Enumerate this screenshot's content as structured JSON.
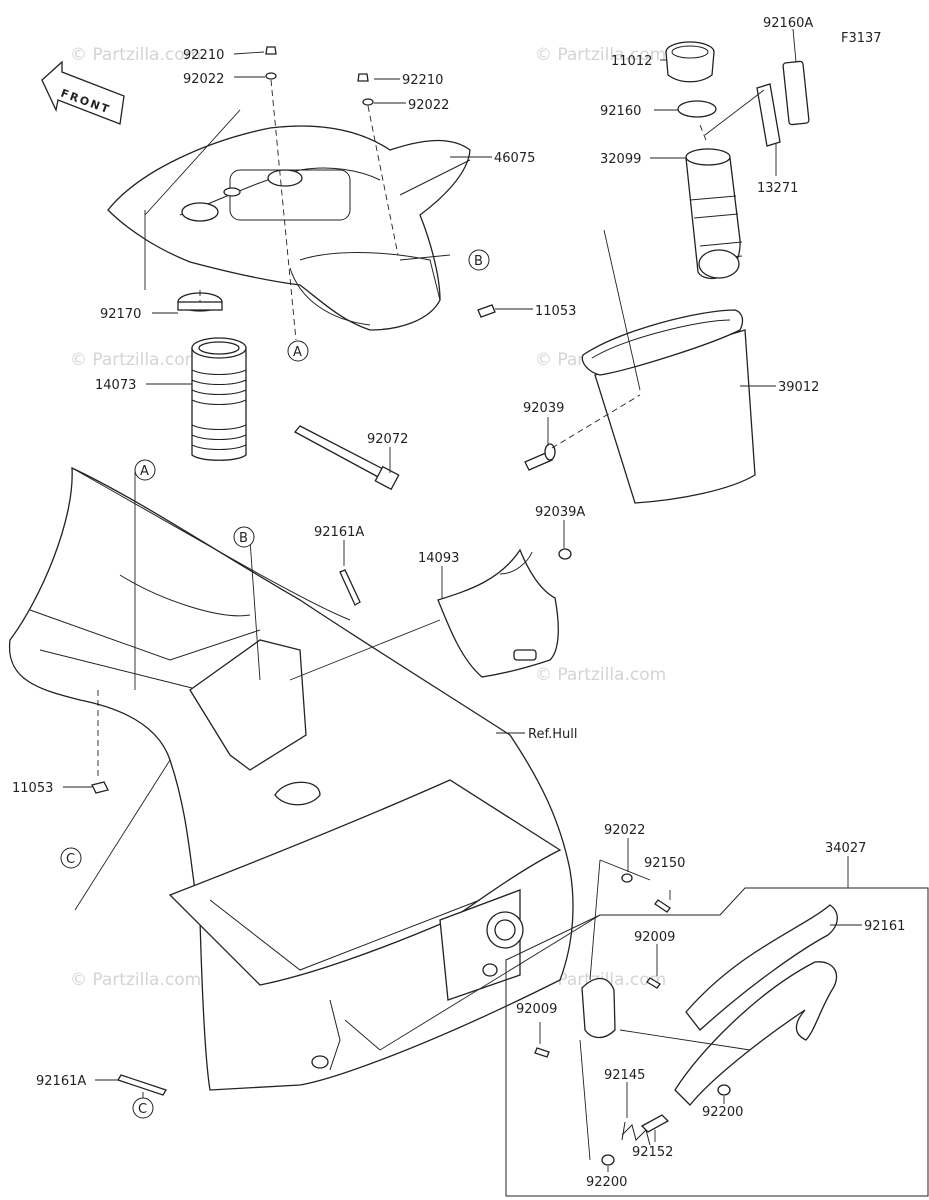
{
  "figure_code": "F3137",
  "front_label": "FRONT",
  "watermark": "© Partzilla.com",
  "ref_labels": {
    "a": "A",
    "b": "B",
    "c": "C"
  },
  "parts": {
    "p92210_1": "92210",
    "p92022_1": "92022",
    "p92210_2": "92210",
    "p92022_2": "92022",
    "p46075": "46075",
    "p11053_1": "11053",
    "p92170": "92170",
    "p14073": "14073",
    "p92072": "92072",
    "p92160A": "92160A",
    "p11012": "11012",
    "p92160": "92160",
    "p32099": "32099",
    "p13271": "13271",
    "p39012": "39012",
    "p92039": "92039",
    "p92039A": "92039A",
    "p92161A_1": "92161A",
    "p14093": "14093",
    "p_ref_hull": "Ref.Hull",
    "p11053_2": "11053",
    "p92022_3": "92022",
    "p92150": "92150",
    "p34027": "34027",
    "p92161": "92161",
    "p92009_1": "92009",
    "p92009_2": "92009",
    "p92145": "92145",
    "p92200_1": "92200",
    "p92152": "92152",
    "p92200_2": "92200",
    "p92161A_2": "92161A"
  }
}
